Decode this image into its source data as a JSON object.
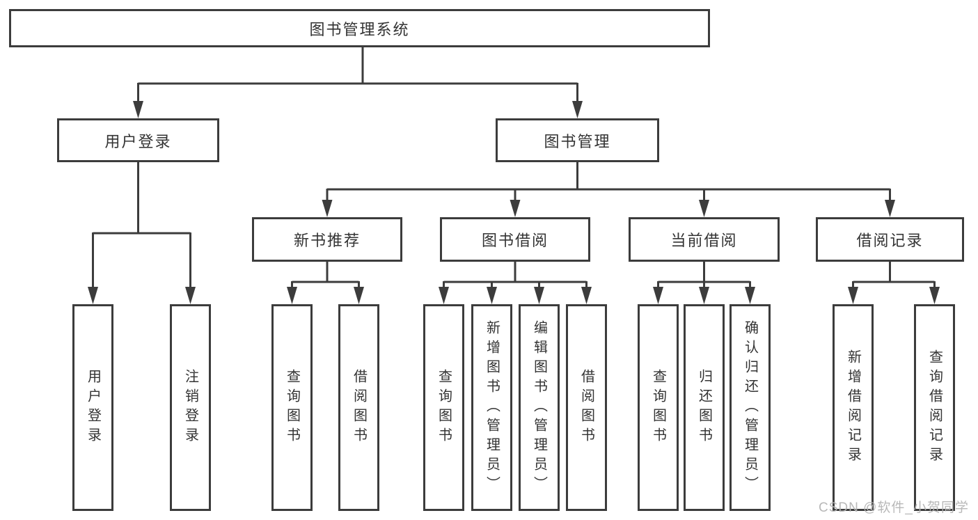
{
  "tree": {
    "root": {
      "label": "图书管理系统"
    },
    "level2": {
      "login": {
        "label": "用户登录"
      },
      "mgmt": {
        "label": "图书管理"
      }
    },
    "level3": {
      "newbook": {
        "label": "新书推荐"
      },
      "borrow": {
        "label": "图书借阅"
      },
      "current": {
        "label": "当前借阅"
      },
      "records": {
        "label": "借阅记录"
      }
    },
    "leaves": {
      "login": [
        "用户登录",
        "注销登录"
      ],
      "newbook": [
        "查询图书",
        "借阅图书"
      ],
      "borrow": [
        "查询图书",
        "新增图书（管理员）",
        "编辑图书（管理员）",
        "借阅图书"
      ],
      "current": [
        "查询图书",
        "归还图书",
        "确认归还（管理员）"
      ],
      "records": [
        "新增借阅记录",
        "查询借阅记录"
      ]
    }
  },
  "watermark": "CSDN @软件_小贺同学",
  "colors": {
    "line": "#3c3c3c",
    "text": "#333333",
    "background": "#ffffff",
    "watermark": "#b5b5b5"
  }
}
